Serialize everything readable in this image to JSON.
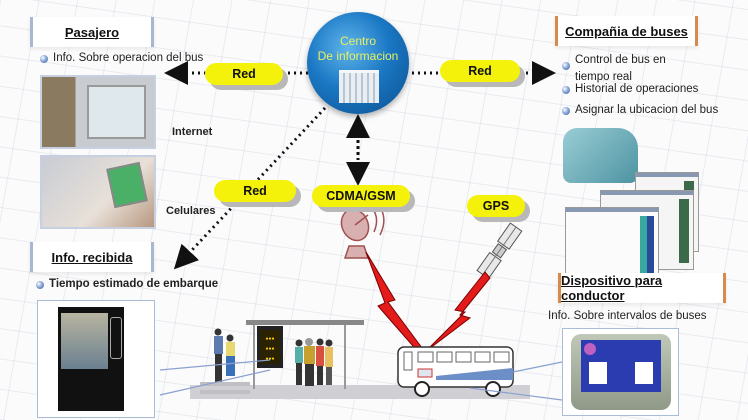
{
  "diagram": {
    "hub": {
      "line1": "Centro",
      "line2": "De informacion"
    },
    "passenger": {
      "title": "Pasajero",
      "bullet": "Info. Sobre operacion del bus",
      "internet_label": "Internet",
      "mobile_label": "Celulares"
    },
    "received": {
      "title": "Info. recibida",
      "bullet": "Tiempo estimado de embarque"
    },
    "company": {
      "title": "Compañia de buses",
      "bullets": [
        "Control de bus en",
        "tiempo real",
        "Historial de operaciones",
        "Asignar la ubicacion del bus"
      ]
    },
    "driver_device": {
      "title": "Dispositivo para conductor",
      "bullet": "Info. Sobre intervalos de buses"
    },
    "pills": {
      "red_left": "Red",
      "red_right": "Red",
      "red_lower": "Red",
      "cdma": "CDMA/GSM",
      "gps": "GPS"
    },
    "colors": {
      "pill": "#f4f20a",
      "hub": "#1b78c4",
      "lightning": "#e41b1b",
      "header_accent_orange": "#d88a4a",
      "header_accent_blue": "#a8b8d0"
    }
  }
}
